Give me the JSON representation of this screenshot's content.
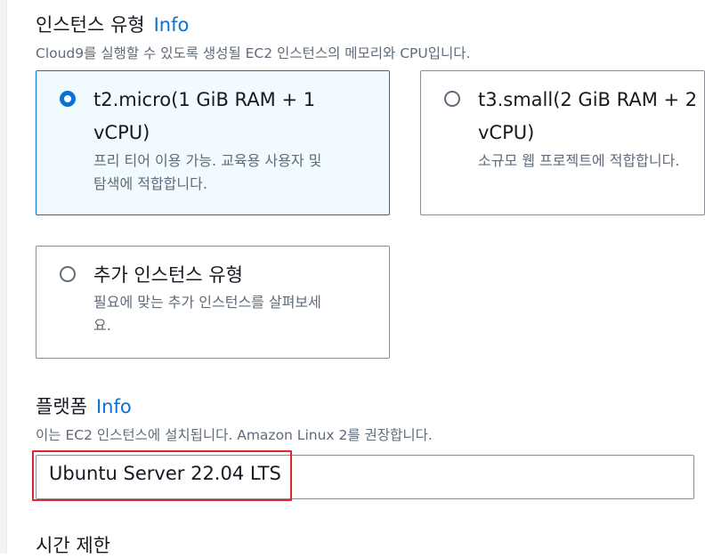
{
  "instance_type": {
    "heading": "인스턴스 유형",
    "info_label": "Info",
    "description": "Cloud9를 실행할 수 있도록 생성될 EC2 인스턴스의 메모리와 CPU입니다.",
    "options": [
      {
        "title_line1": "t2.micro(1 GiB RAM + 1",
        "title_line2": "vCPU)",
        "desc_line1": "프리 티어 이용 가능. 교육용 사용자 및",
        "desc_line2": "탐색에 적합합니다.",
        "selected": true
      },
      {
        "title_line1": "t3.small(2 GiB RAM + 2",
        "title_line2": "vCPU)",
        "desc_line1": "소규모 웹 프로젝트에 적합합니다.",
        "selected": false
      },
      {
        "title_line1": "추가 인스턴스 유형",
        "desc_line1": "필요에 맞는 추가 인스턴스를 살펴보세",
        "desc_line2": "요.",
        "selected": false
      }
    ]
  },
  "platform": {
    "heading": "플랫폼",
    "info_label": "Info",
    "description": "이는 EC2 인스턴스에 설치됩니다. Amazon Linux 2를 권장합니다.",
    "selected_value": "Ubuntu Server 22.04 LTS"
  },
  "timeout": {
    "heading": "시간 제한"
  },
  "colors": {
    "accent": "#0972d3",
    "selected_bg": "#f1faff",
    "highlight": "#e0262b"
  }
}
